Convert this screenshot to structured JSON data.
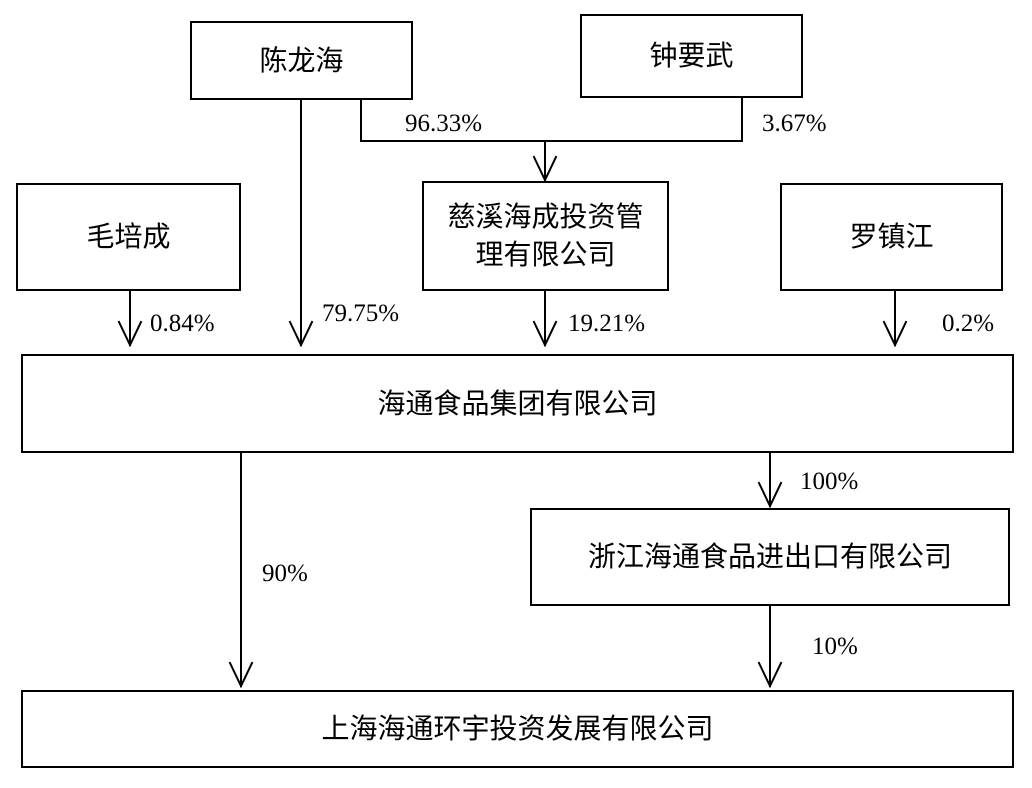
{
  "nodes": {
    "chen_longhai": "陈龙海",
    "zhong_yaowu": "钟要武",
    "mao_peicheng": "毛培成",
    "cixi_haicheng": "慈溪海成投资管理有限公司",
    "luo_zhenjiang": "罗镇江",
    "haitong_group": "海通食品集团有限公司",
    "zhejiang_haitong": "浙江海通食品进出口有限公司",
    "shanghai_haitong": "上海海通环宇投资发展有限公司"
  },
  "edges": {
    "chen_to_cixi": "96.33%",
    "zhong_to_cixi": "3.67%",
    "mao_to_group": "0.84%",
    "chen_to_group": "79.75%",
    "cixi_to_group": "19.21%",
    "luo_to_group": "0.2%",
    "group_to_zhejiang": "100%",
    "group_to_shanghai": "90%",
    "zhejiang_to_shanghai": "10%"
  }
}
